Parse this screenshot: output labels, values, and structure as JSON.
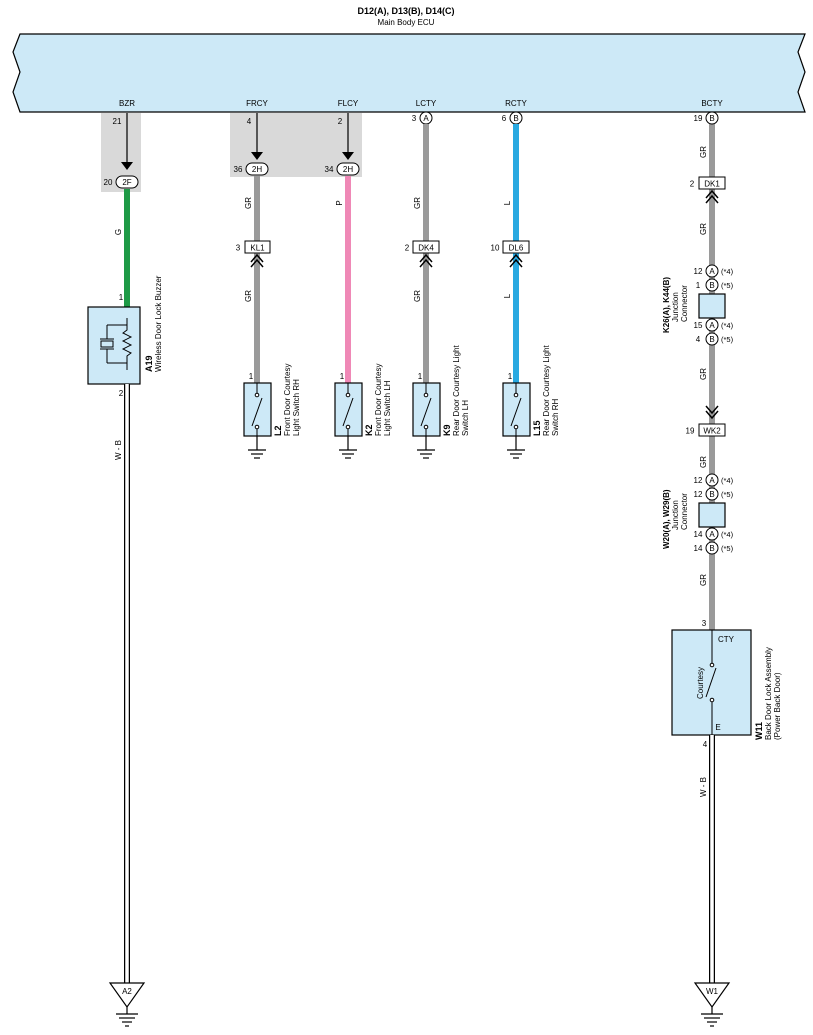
{
  "ecu": {
    "connector_label": "D12(A), D13(B), D14(C)",
    "name": "Main Body ECU",
    "terminals": {
      "bzr": "BZR",
      "frcy": "FRCY",
      "flcy": "FLCY",
      "lcty": "LCTY",
      "rcty": "RCTY",
      "bcty": "BCTY"
    },
    "pins": {
      "bzr": "21",
      "frcy": "4",
      "flcy": "2",
      "lcty": "3",
      "rcty": "6",
      "bcty": "19"
    },
    "pin_letters": {
      "lcty": "A",
      "rcty": "B",
      "bcty": "B"
    }
  },
  "junction_2f": {
    "pin": "20",
    "label": "2F"
  },
  "junction_2h": {
    "pin_a": "36",
    "label_a": "2H",
    "pin_b": "34",
    "label_b": "2H"
  },
  "wires": {
    "bzr_upper": "G",
    "bzr_lower": "W - B",
    "frcy_upper": "GR",
    "frcy_lower": "GR",
    "flcy": "P",
    "lcty_upper": "GR",
    "lcty_lower": "GR",
    "rcty_upper": "L",
    "rcty_lower": "L",
    "bcty_1": "GR",
    "bcty_2": "GR",
    "bcty_3": "GR",
    "bcty_4": "GR",
    "bcty_5": "GR",
    "bcty_ground": "W - B"
  },
  "colors": {
    "G": "#1e9a46",
    "GR": "#9a9a9a",
    "P": "#ef88b6",
    "L": "#29a9e1",
    "WB": "#ffffff",
    "ecu_fill": "#cde9f7",
    "shade": "#d9d9d9"
  },
  "connectors": {
    "kl1": {
      "pin": "3",
      "label": "KL1"
    },
    "dk4": {
      "pin": "2",
      "label": "DK4"
    },
    "dl6": {
      "pin": "10",
      "label": "DL6"
    },
    "dk1": {
      "pin": "2",
      "label": "DK1"
    },
    "wk2": {
      "pin": "19",
      "label": "WK2"
    }
  },
  "buzzer": {
    "pin_top": "1",
    "pin_bottom": "2",
    "code": "A19",
    "name": "Wireless Door Lock Buzzer"
  },
  "switches": {
    "l2": {
      "pin": "1",
      "code": "L2",
      "line1": "Front Door Courtesy",
      "line2": "Light Switch RH"
    },
    "k2": {
      "pin": "1",
      "code": "K2",
      "line1": "Front Door Courtesy",
      "line2": "Light Switch LH"
    },
    "k9": {
      "pin": "1",
      "code": "K9",
      "line1": "Rear Door Courtesy Light",
      "line2": "Switch LH"
    },
    "l15": {
      "pin": "1",
      "code": "L15",
      "line1": "Rear Door Courtesy Light",
      "line2": "Switch RH"
    }
  },
  "jc_k26": {
    "code": "K26(A), K44(B)",
    "line1": "Junction",
    "line2": "Connector",
    "pins": [
      "12",
      "1",
      "15",
      "4"
    ],
    "letters": [
      "A",
      "B",
      "A",
      "B"
    ],
    "notes": [
      "(*4)",
      "(*5)",
      "(*4)",
      "(*5)"
    ]
  },
  "jc_w20": {
    "code": "W20(A), W29(B)",
    "line1": "Junction",
    "line2": "Connector",
    "pins": [
      "12",
      "12",
      "14",
      "14"
    ],
    "letters": [
      "A",
      "B",
      "A",
      "B"
    ],
    "notes": [
      "(*4)",
      "(*5)",
      "(*4)",
      "(*5)"
    ]
  },
  "back_door": {
    "pin_top": "3",
    "pin_bottom": "4",
    "terminal_top": "CTY",
    "terminal_bottom": "E",
    "inner_label": "Courtesy",
    "code": "W11",
    "line1": "Back Door Lock Assembly",
    "line2": "(Power Back Door)"
  },
  "grounds": {
    "left": "A2",
    "right": "W1"
  }
}
